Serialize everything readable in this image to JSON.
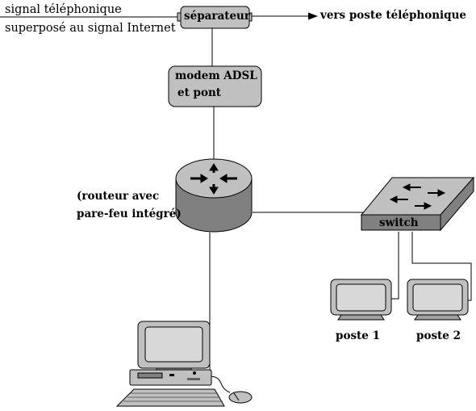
{
  "incoming_signal": {
    "line1": "signal téléphonique",
    "line2": "superposé au signal Internet"
  },
  "splitter": {
    "label": "séparateur"
  },
  "phone_output": {
    "label": "vers poste téléphonique"
  },
  "modem": {
    "line1": "modem ADSL",
    "line2": "et pont"
  },
  "router": {
    "line1": "(routeur avec",
    "line2": "pare-feu intégré)"
  },
  "switch": {
    "label": "switch"
  },
  "workstations": [
    {
      "label": "poste 1"
    },
    {
      "label": "poste 2"
    }
  ],
  "colors": {
    "device_fill": "#c0c0c0",
    "device_dark": "#808080",
    "line": "#000000"
  },
  "icons": [
    "router-icon",
    "switch-icon",
    "desktop-computer-icon",
    "monitor-icon",
    "keyboard-icon",
    "mouse-icon"
  ]
}
